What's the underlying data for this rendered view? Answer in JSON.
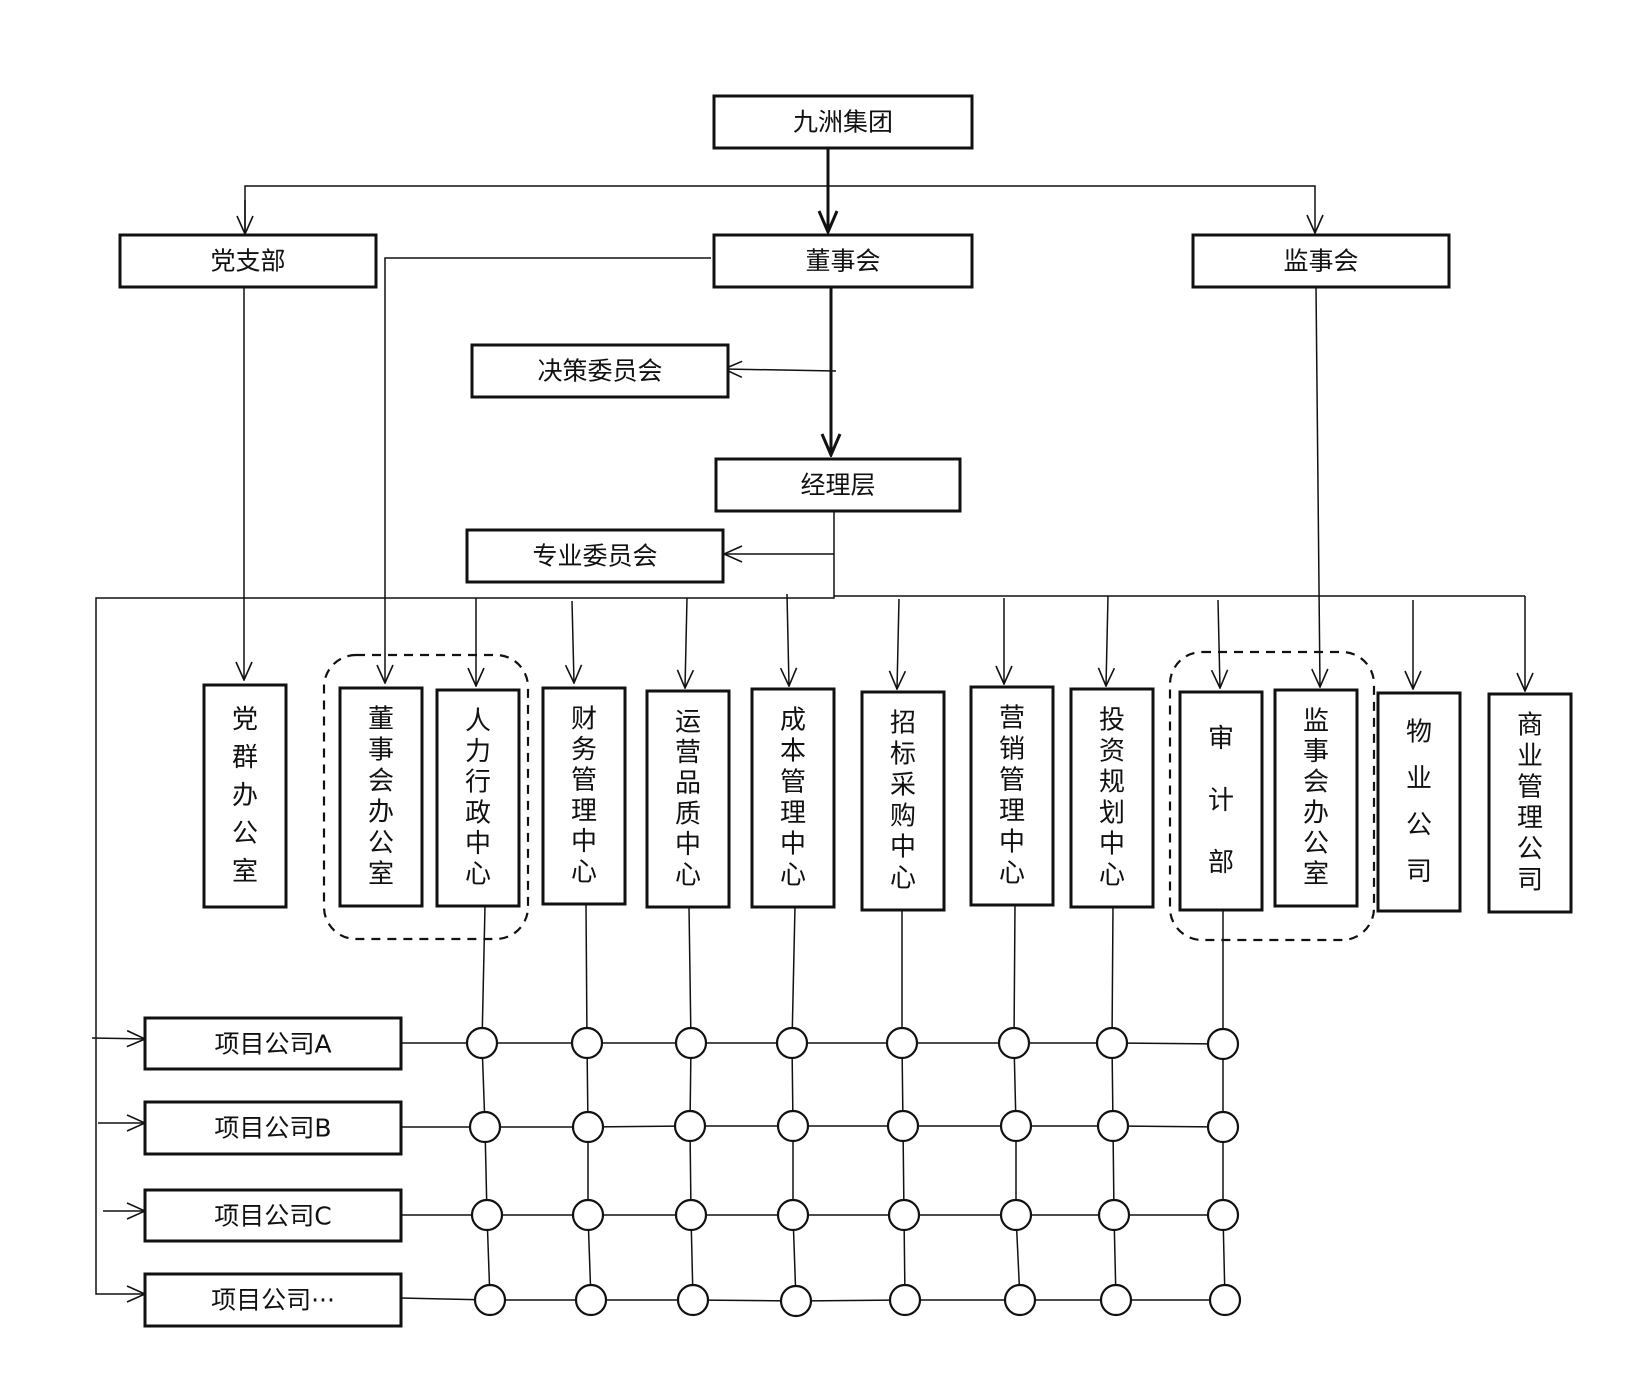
{
  "top": {
    "group": "九洲集团",
    "party_branch": "党支部",
    "board": "董事会",
    "supervisory_board": "监事会",
    "decision_committee": "决策委员会",
    "management": "经理层",
    "professional_committee": "专业委员会"
  },
  "departments": [
    "党群办公室",
    "董事会办公室",
    "人力行政中心",
    "财务管理中心",
    "运营品质中心",
    "成本管理中心",
    "招标采购中心",
    "营销管理中心",
    "投资规划中心",
    "审计部",
    "监事会办公室",
    "物业公司",
    "商业管理公司"
  ],
  "project_companies": [
    "项目公司A",
    "项目公司B",
    "项目公司C",
    "项目公司···"
  ]
}
